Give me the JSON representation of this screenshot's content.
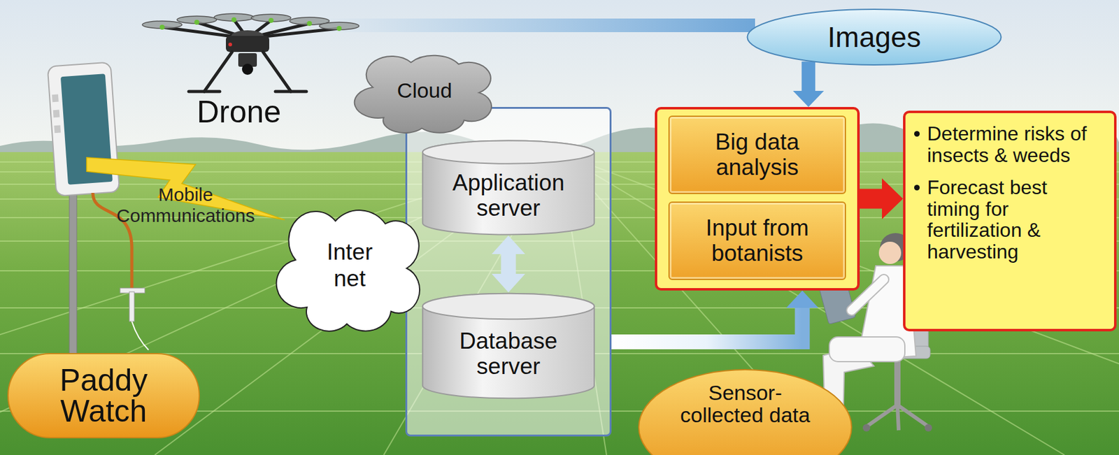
{
  "diagram": {
    "nodes": [
      {
        "text": [
          "Images"
        ]
      },
      {
        "text": [
          "Cloud"
        ]
      },
      {
        "text": [
          "Application server"
        ],
        "in": 1
      },
      {
        "text": [
          "Database server"
        ],
        "in": 1
      },
      {
        "text": [
          "Inter net"
        ]
      },
      {
        "text": [
          "Mobile Communications"
        ]
      },
      {
        "text": [
          "Paddy Watch"
        ]
      },
      {
        "text": []
      },
      {
        "text": [
          "Big data analysis"
        ],
        "in": 7
      },
      {
        "text": [
          "Input from botanists"
        ],
        "in": 7
      },
      {
        "text": [
          "Determine risks of insects & weeds",
          "Forecast best timing for fertilization & harvesting"
        ]
      },
      {
        "text": [
          "Sensor-collected data"
        ]
      }
    ],
    "edges": [
      {
        "from": 2,
        "to": 3,
        "arrow": "both"
      },
      {
        "from": 0,
        "to": 7,
        "arrow": "to"
      },
      {
        "from": 7,
        "to": 10,
        "arrow": "to"
      },
      {
        "from": 1,
        "to": 7,
        "arrow": "to"
      }
    ],
    "labels": [
      "Drone"
    ]
  }
}
